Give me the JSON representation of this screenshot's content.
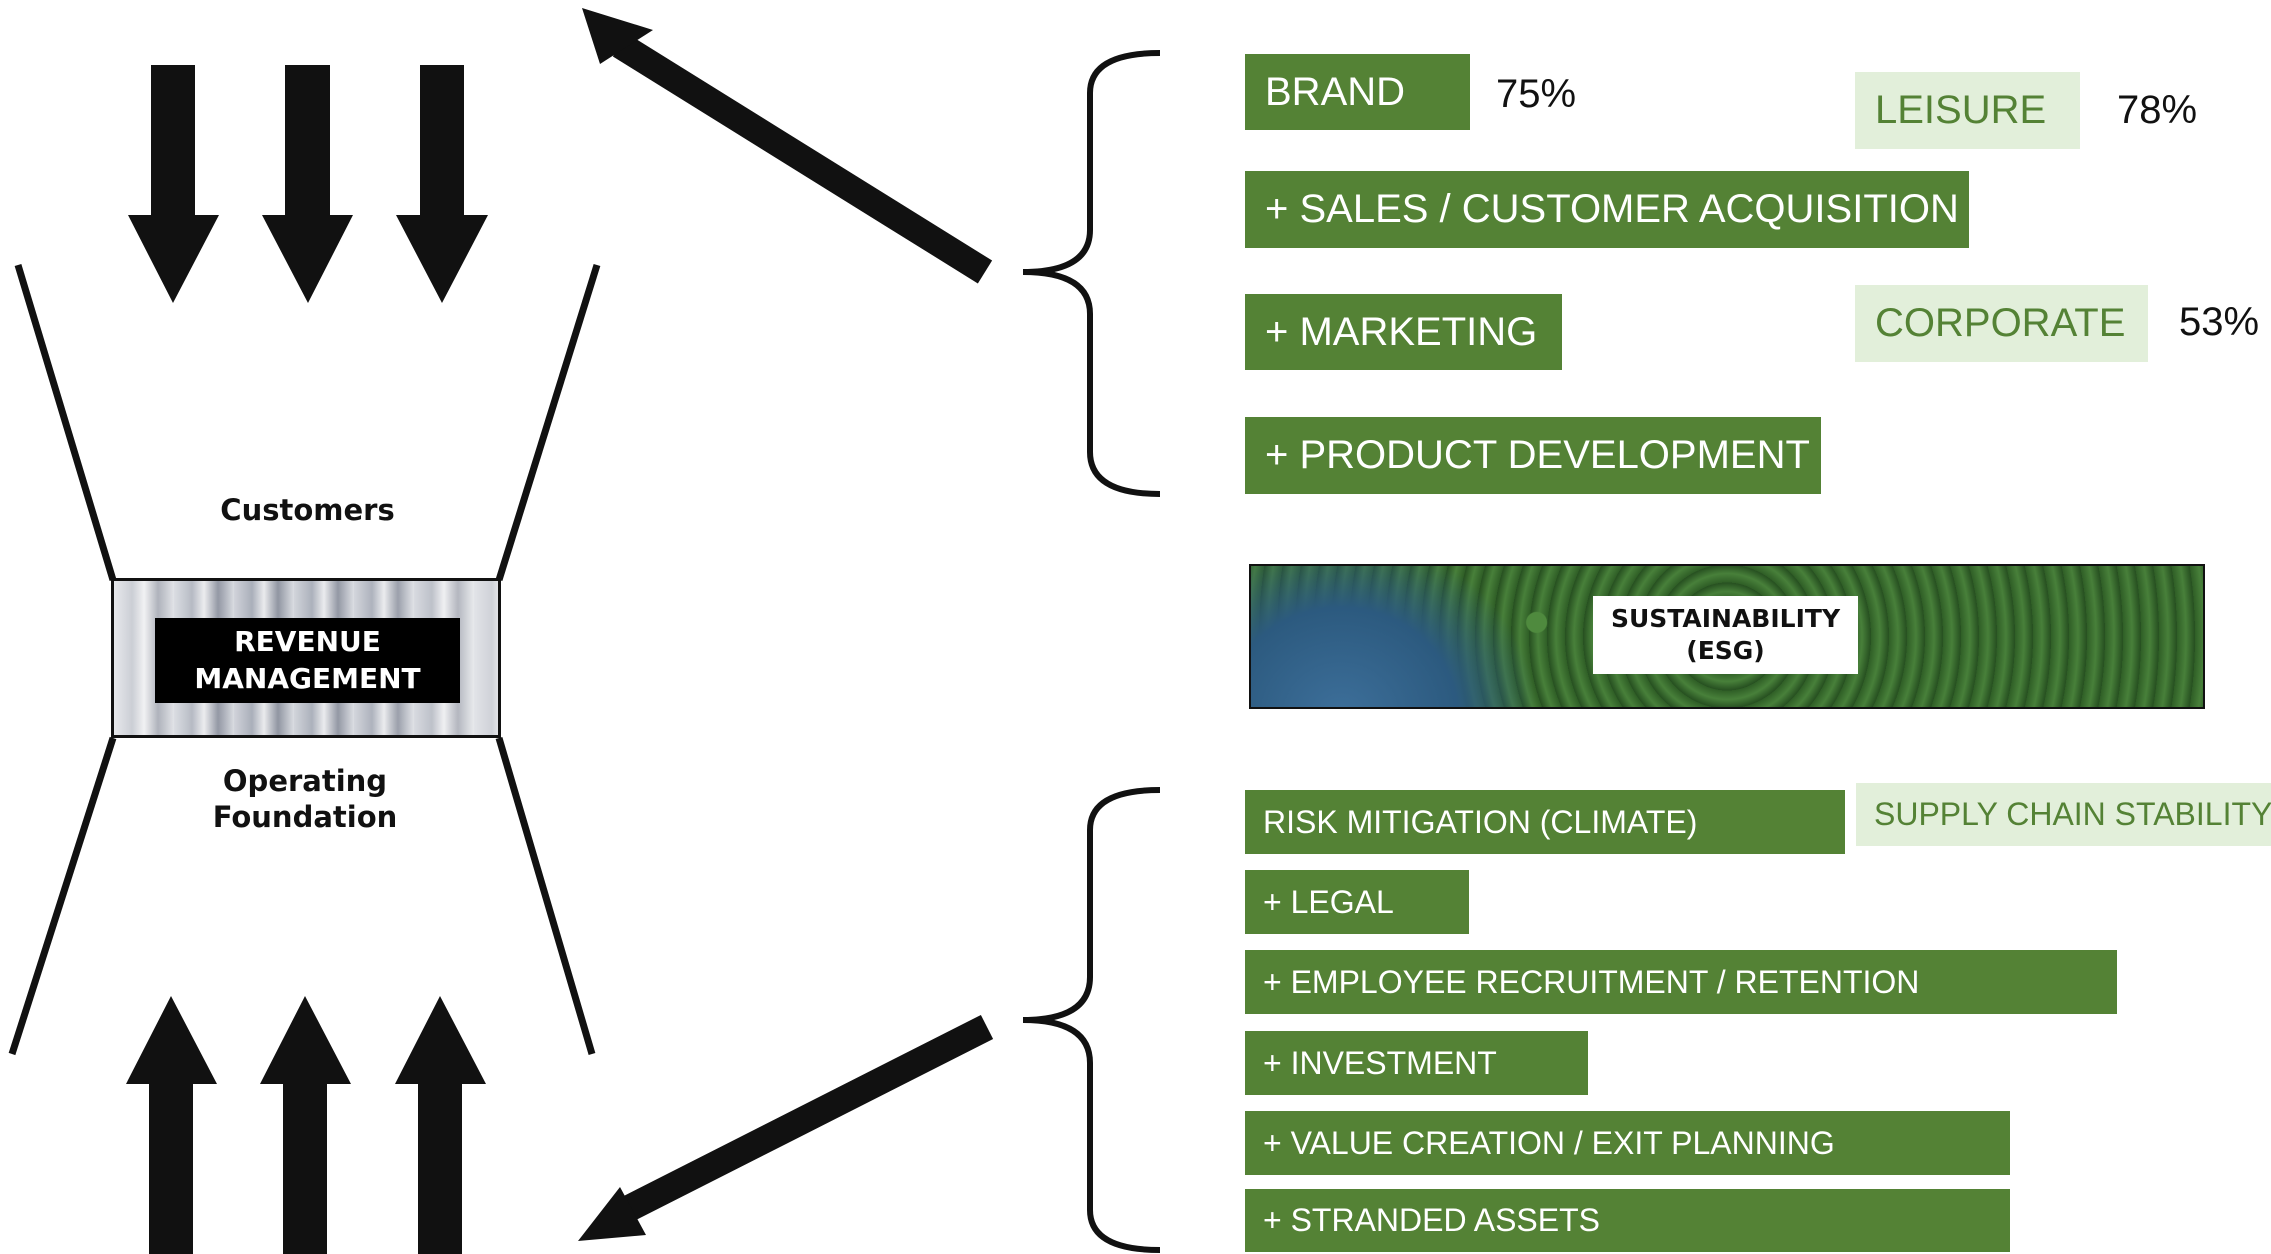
{
  "colors": {
    "bar_green": "#548235",
    "tag_bg": "#e2efda",
    "tag_text": "#548235",
    "ink": "#111111"
  },
  "funnel": {
    "top_label": "Customers",
    "center_label": "REVENUE\nMANAGEMENT",
    "bottom_label": "Operating\nFoundation"
  },
  "upper_group": {
    "bars": [
      {
        "label": "BRAND"
      },
      {
        "label": "+ SALES / CUSTOMER ACQUISITION"
      },
      {
        "label": "+ MARKETING"
      },
      {
        "label": "+ PRODUCT DEVELOPMENT"
      }
    ],
    "brand_pct": "75%",
    "segments": [
      {
        "label": "LEISURE",
        "pct": "78%"
      },
      {
        "label": "CORPORATE",
        "pct": "53%"
      }
    ]
  },
  "esg": {
    "label": "SUSTAINABILITY\n(ESG)"
  },
  "lower_group": {
    "bars": [
      {
        "label": "RISK MITIGATION (CLIMATE)"
      },
      {
        "label": "+ LEGAL"
      },
      {
        "label": "+ EMPLOYEE RECRUITMENT / RETENTION"
      },
      {
        "label": "+ INVESTMENT"
      },
      {
        "label": "+ VALUE CREATION / EXIT PLANNING"
      },
      {
        "label": "+ STRANDED ASSETS"
      }
    ],
    "tag": {
      "label": "SUPPLY CHAIN STABILITY"
    }
  }
}
